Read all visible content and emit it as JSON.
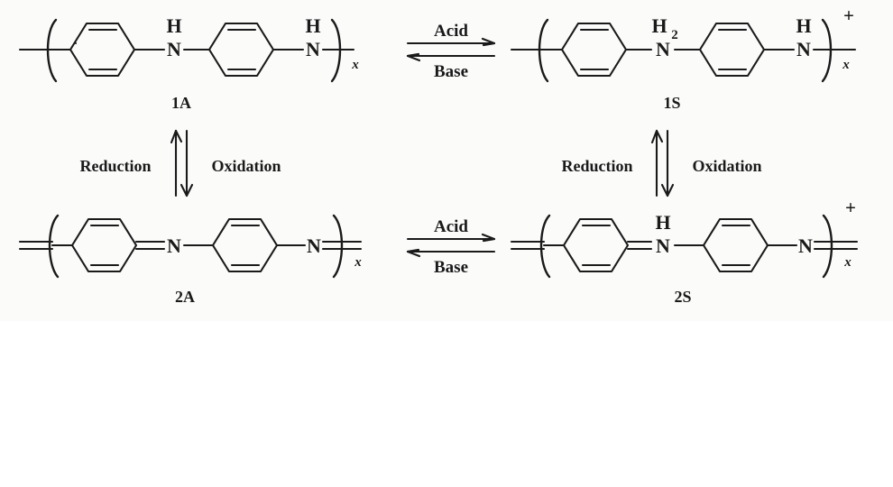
{
  "figure": {
    "kind": "chemical-reaction-scheme",
    "subject": "Polyaniline interconversion between base and salt forms",
    "background_color": "#fbfbfa",
    "ink_color": "#1a1a1a"
  },
  "structures": {
    "top_left": {
      "id": "1A",
      "label": "1A",
      "name": "leucoemeraldine base repeat unit",
      "atoms": [
        {
          "element": "N",
          "text": "N"
        },
        {
          "element": "H",
          "text": "H"
        },
        {
          "element": "N",
          "text": "N"
        },
        {
          "element": "H",
          "text": "H"
        }
      ],
      "subscript": "x",
      "charge": ""
    },
    "top_right": {
      "id": "1S",
      "label": "1S",
      "name": "leucoemeraldine salt repeat unit",
      "atoms": [
        {
          "element": "N",
          "text": "N"
        },
        {
          "element": "H",
          "text": "H"
        },
        {
          "element": "H2_sub",
          "text": "2"
        },
        {
          "element": "N",
          "text": "N"
        },
        {
          "element": "H",
          "text": "H"
        }
      ],
      "subscript": "x",
      "charge": "+"
    },
    "bottom_left": {
      "id": "2A",
      "label": "2A",
      "name": "pernigraniline base repeat unit",
      "atoms": [
        {
          "element": "N",
          "text": "N"
        },
        {
          "element": "N",
          "text": "N"
        }
      ],
      "subscript": "x",
      "charge": ""
    },
    "bottom_right": {
      "id": "2S",
      "label": "2S",
      "name": "pernigraniline salt repeat unit",
      "atoms": [
        {
          "element": "N",
          "text": "N"
        },
        {
          "element": "H",
          "text": "H"
        },
        {
          "element": "N",
          "text": "N"
        }
      ],
      "subscript": "x",
      "charge": "+"
    }
  },
  "arrows": {
    "horizontal_top": {
      "type": "equilibrium",
      "forward_label": "Acid",
      "reverse_label": "Base",
      "orientation": "horizontal"
    },
    "horizontal_bottom": {
      "type": "equilibrium",
      "forward_label": "Acid",
      "reverse_label": "Base",
      "orientation": "horizontal"
    },
    "vertical_left": {
      "type": "equilibrium",
      "up_label": "Reduction",
      "down_label": "Oxidation",
      "orientation": "vertical"
    },
    "vertical_right": {
      "type": "equilibrium",
      "up_label": "Reduction",
      "down_label": "Oxidation",
      "orientation": "vertical"
    }
  }
}
